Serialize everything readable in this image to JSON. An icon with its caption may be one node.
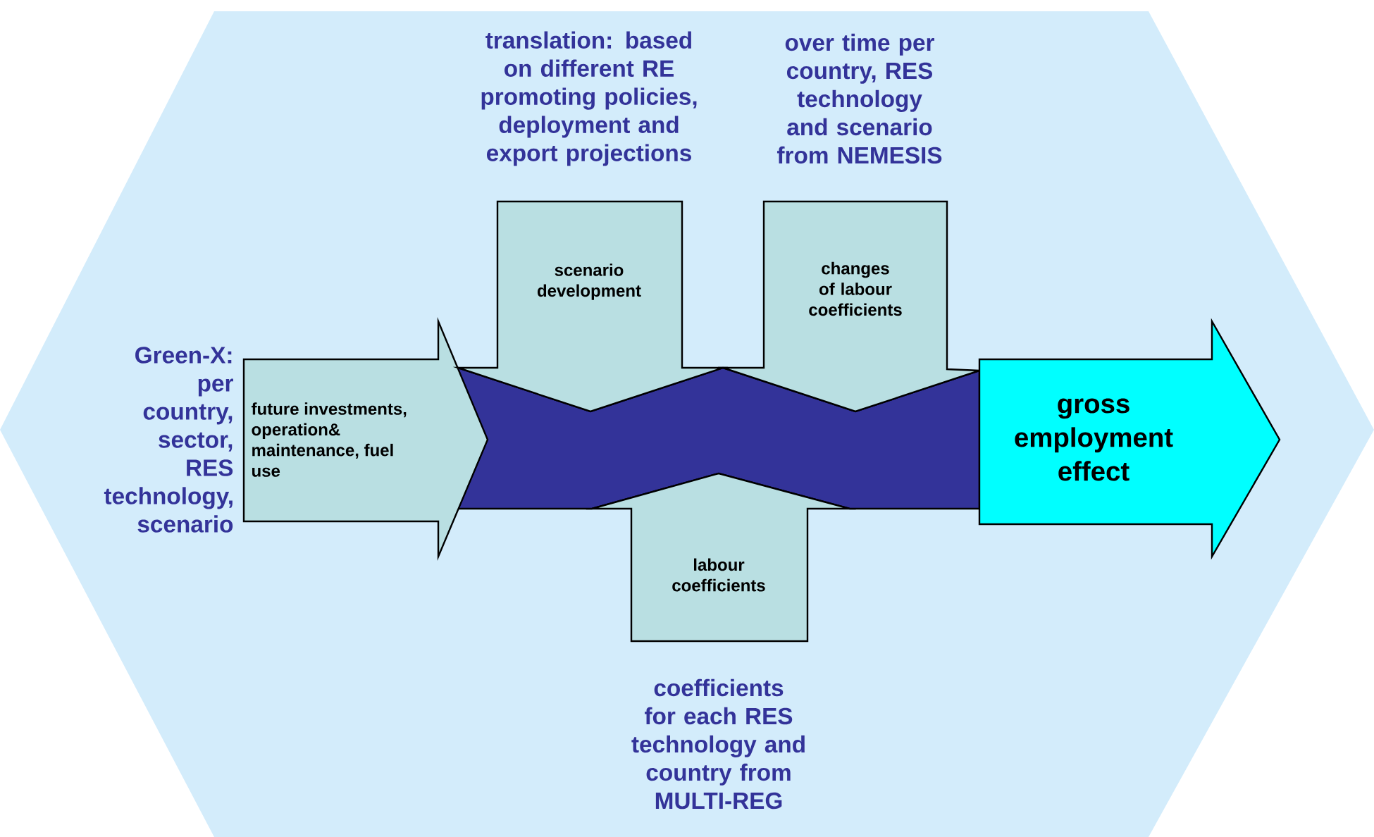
{
  "diagram": {
    "nodes": [
      {
        "text": [
          "future investments, operation& maintenance, fuel use"
        ],
        "beside": [
          "Green-X: per country, sector, RES technology, scenario"
        ]
      },
      {
        "text": [
          "scenario development"
        ],
        "beside": [
          "translation: based on different RE promoting policies, deployment and export projections"
        ]
      },
      {
        "text": [
          "changes of labour coefficients"
        ],
        "beside": [
          "over time per country, RES technology and scenario from NEMESIS"
        ]
      },
      {
        "text": [
          "labour coefficients"
        ],
        "beside": [
          "coefficients for each RES technology and country from MULTI-REG"
        ]
      },
      {
        "text": [
          "gross employment effect"
        ]
      },
      {
        "text": [],
        "shape": "band"
      }
    ]
  }
}
